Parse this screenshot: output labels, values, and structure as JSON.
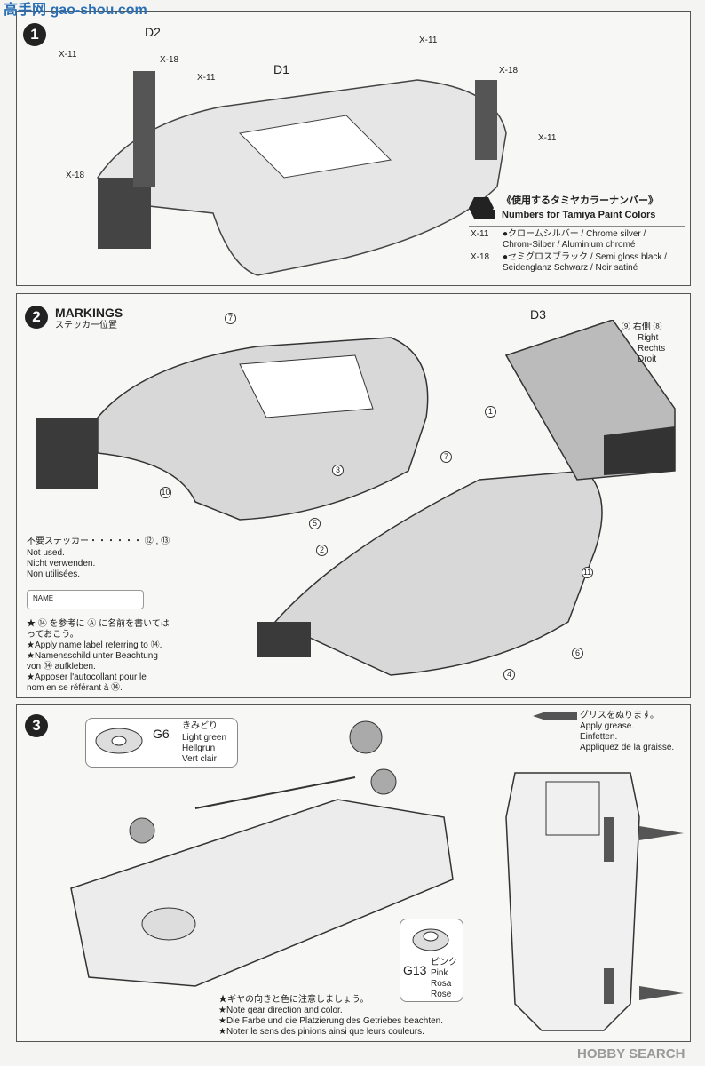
{
  "watermark_top": "高手网 gao-shou.com",
  "watermark_bottom": "HOBBY SEARCH",
  "step1": {
    "number": "1",
    "parts": {
      "d1": "D1",
      "d2": "D2"
    },
    "callouts": [
      "X-11",
      "X-18",
      "X-11",
      "X-11",
      "X-18",
      "X-11",
      "X-18"
    ],
    "paint": {
      "title_jp": "《使用するタミヤカラーナンバー》",
      "title_en": "Numbers for Tamiya Paint Colors",
      "rows": [
        {
          "code": "X-11",
          "line1": "●クロームシルバー / Chrome silver /",
          "line2": "Chrom-Silber / Aluminium chromé"
        },
        {
          "code": "X-18",
          "line1": "●セミグロスブラック / Semi gloss black /",
          "line2": "Seidenglanz Schwarz / Noir satiné"
        }
      ]
    }
  },
  "step2": {
    "number": "2",
    "title": "MARKINGS",
    "subtitle": "ステッカー位置",
    "part": "D3",
    "wing_side": {
      "jp": "⑨ 右側 ⑧",
      "en": "Right",
      "de": "Rechts",
      "fr": "Droit"
    },
    "sticker_numbers": [
      "7",
      "1",
      "10",
      "3",
      "5",
      "7",
      "2",
      "11",
      "6",
      "4"
    ],
    "not_used": {
      "jp": "不要ステッカー・・・・・・ ⑫ , ⑬",
      "en": "Not used.",
      "de": "Nicht verwenden.",
      "fr": "Non utilisées."
    },
    "name_label": "NAME",
    "notes": [
      "★ ⑭ を参考に Ⓐ に名前を書いてはっておこう。",
      "★Apply name label referring to ⑭.",
      "★Namensschild unter Beachtung",
      "von ⑭ aufkleben.",
      "★Apposer l'autocollant pour le",
      "nom en se référant à ⑭."
    ]
  },
  "step3": {
    "number": "3",
    "g6": {
      "part": "G6",
      "jp": "きみどり",
      "en": "Light green",
      "de": "Hellgrun",
      "fr": "Vert clair"
    },
    "g13": {
      "part": "G13",
      "jp": "ピンク",
      "en": "Pink",
      "de": "Rosa",
      "fr": "Rose"
    },
    "grease": {
      "jp": "グリスをぬります。",
      "en": "Apply grease.",
      "de": "Einfetten.",
      "fr": "Appliquez de la graisse."
    },
    "notes": [
      "★ギヤの向きと色に注意しましょう。",
      "★Note gear direction and color.",
      "★Die Farbe und die Platzierung des Getriebes beachten.",
      "★Noter le sens des pinions ainsi que leurs couleurs."
    ]
  }
}
